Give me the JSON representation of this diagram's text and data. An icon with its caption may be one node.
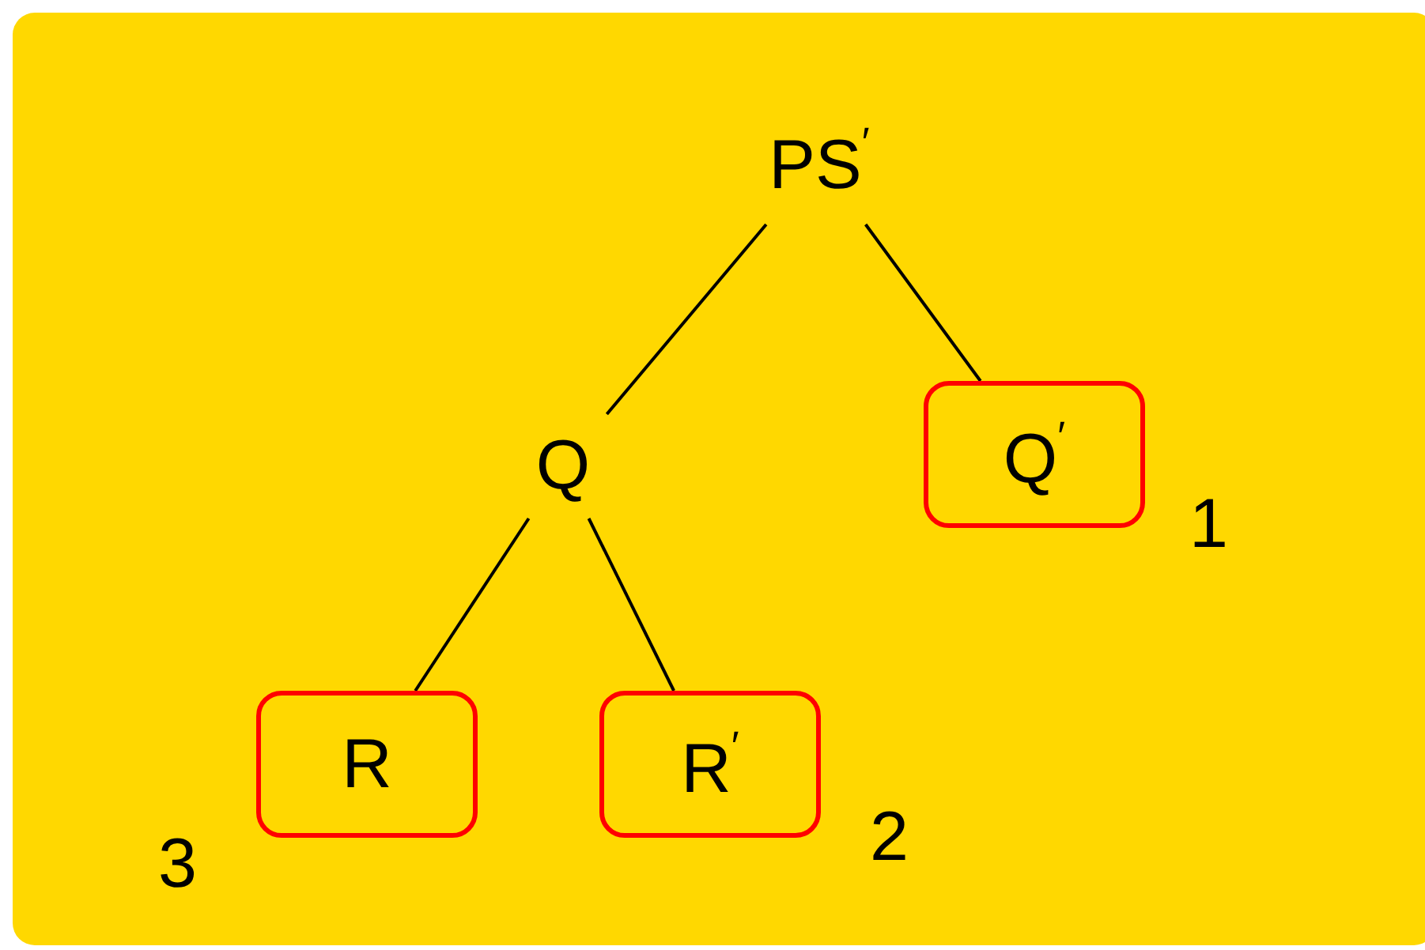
{
  "diagram": {
    "nodes": [
      {
        "text": [
          "PS$^{′}$"
        ]
      },
      {
        "text": [
          "Q"
        ]
      },
      {
        "text": [
          "Q$^{′}$"
        ],
        "beside": [
          "1"
        ]
      },
      {
        "text": [
          "R"
        ],
        "beside": [
          "3"
        ]
      },
      {
        "text": [
          "R$^{′}$"
        ],
        "beside": [
          "2"
        ]
      }
    ],
    "edges": [
      {
        "from": 0,
        "to": 1,
        "arrow": "none"
      },
      {
        "from": 0,
        "to": 2,
        "arrow": "none"
      },
      {
        "from": 1,
        "to": 3,
        "arrow": "none"
      },
      {
        "from": 1,
        "to": 4,
        "arrow": "none"
      }
    ]
  }
}
